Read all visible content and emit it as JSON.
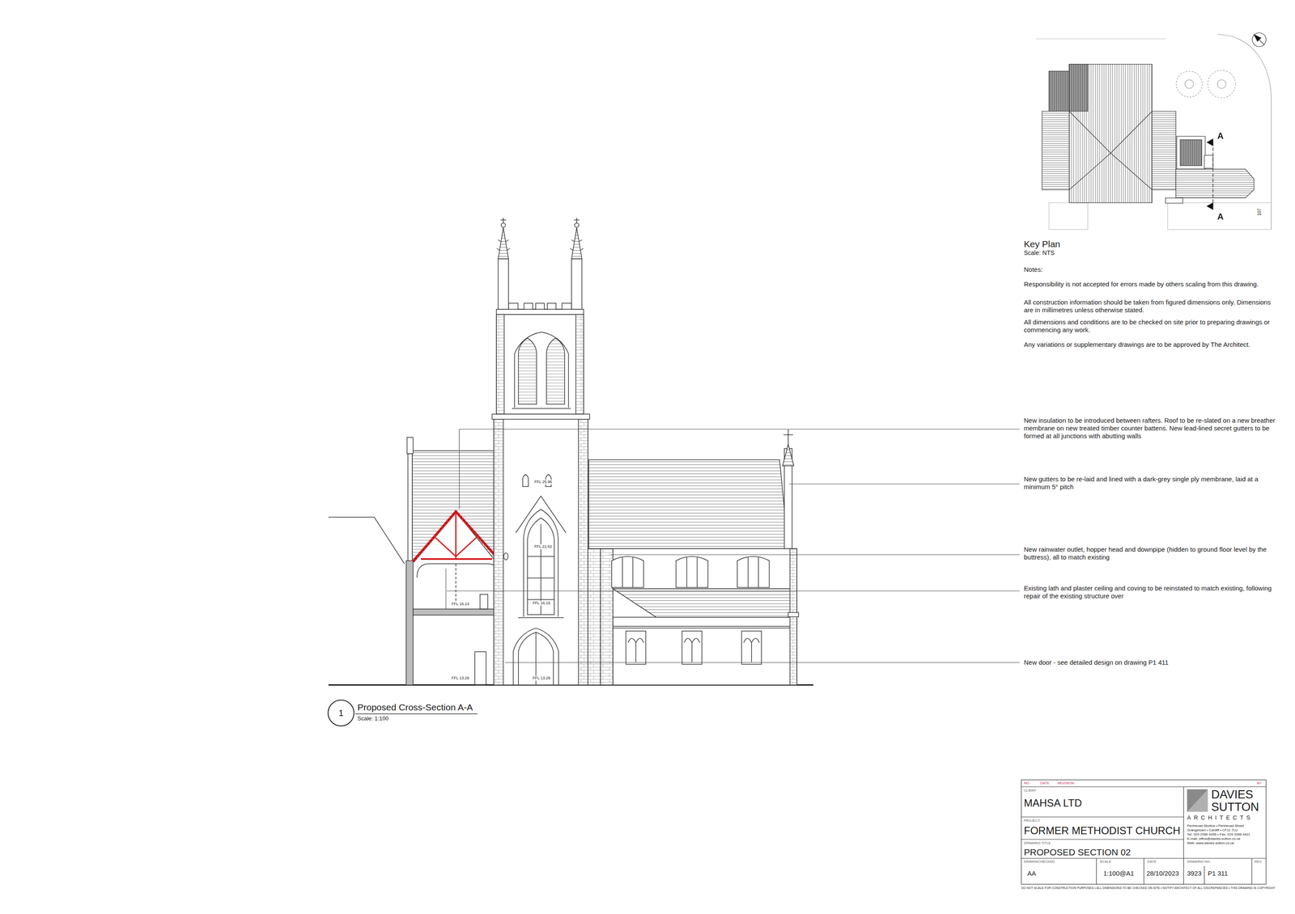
{
  "diagram": {
    "nodes": [
      {
        "text": [
          "1"
        ]
      }
    ],
    "labels": [
      "Key Plan",
      "Scale: NTS",
      "A",
      "A",
      "107",
      "Notes:",
      "Responsibility is not accepted for errors made by others scaling from this drawing.",
      "All construction information should be taken from figured dimensions only. Dimensions are in millimetres unless otherwise stated.",
      "All dimensions and conditions are to be checked on site prior to preparing drawings or commencing any work.",
      "Any variations or supplementary drawings are to be approved by The Architect.",
      "New insulation to be introduced between rafters. Roof to be re-slated on a new breather membrane on new treated timber counter battens. New lead-lined secret gutters to be formed at all junctions with abutting walls",
      "New gutters to be re-laid and lined with a dark-grey single ply membrane, laid at a minimum 5° pitch",
      "New rainwater outlet, hopper head and downpipe (hidden to ground floor level by the buttress), all to match existing",
      "Existing lath and plaster ceiling and coving to be reinstated to match existing, following repair of the existing structure over",
      "New door - see detailed design on drawing P1 411",
      "FFL 25.96",
      "FFL 21.62",
      "FFL 16.14",
      "FFL 16.15",
      "FFL 13.29",
      "FFL 13.29",
      "Proposed Cross-Section A-A",
      "Scale: 1:100",
      "NO.",
      "DATE",
      "REVISION",
      "BY",
      "CLIENT",
      "MAHSA LTD",
      "PROJECT",
      "FORMER METHODIST CHURCH",
      "DRAWING TITLE",
      "PROPOSED SECTION 02",
      "DRAWN/CHECKED",
      "AA",
      "SCALE",
      "1:100@A1",
      "DATE",
      "28/10/2023",
      "DRAWING NO.",
      "3923",
      "REV",
      "P1 311",
      "DAVIES",
      "SUTTON",
      "ARCHITECTS",
      "Penhevad Studios • Penhevad Street",
      "Grangetown • Cardiff • CF11 7LU",
      "Tel: 029 2066 4455 • Fax: 029 2066 4411",
      "E-mail: office@davies-sutton.co.uk",
      "Web: www.davies-sutton.co.uk",
      "DO NOT SCALE FOR CONSTRUCTION PURPOSES • ALL DIMENSIONS TO BE CHECKED ON SITE • NOTIFY ARCHITECT OF ALL DISCREPANCIES • THIS DRAWING IS COPYRIGHT"
    ]
  }
}
